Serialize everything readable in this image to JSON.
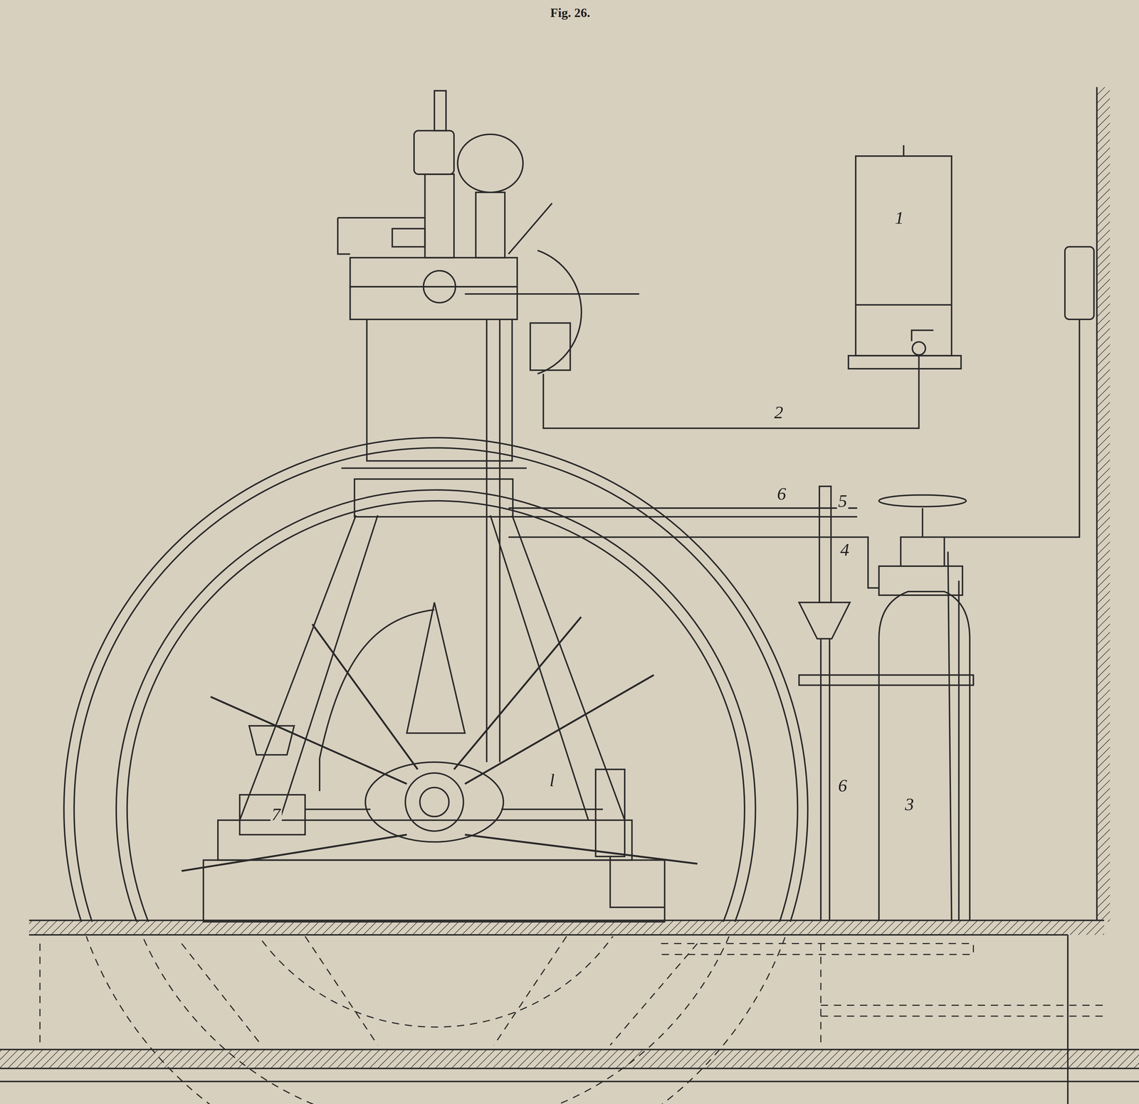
{
  "diagram": {
    "title": "Fig. 26.",
    "labels": [
      "1",
      "2",
      "6",
      "5",
      "4",
      "7",
      "l",
      "6",
      "3"
    ]
  }
}
